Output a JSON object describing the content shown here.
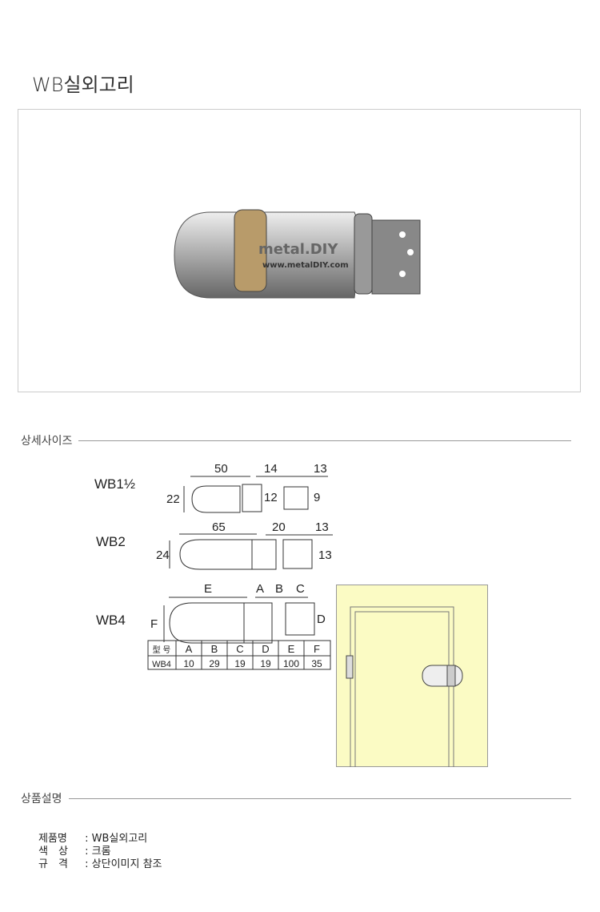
{
  "title": "WB실외고리",
  "photo": {
    "watermark": "metal.DIY",
    "watermark_url": "www.metalDIY.com"
  },
  "sections": {
    "size": "상세사이즈",
    "desc": "상품설명"
  },
  "models": [
    {
      "name": "WB1½",
      "dims": [
        "50",
        "14",
        "13",
        "22",
        "12",
        "9"
      ]
    },
    {
      "name": "WB2",
      "dims": [
        "65",
        "20",
        "13",
        "24",
        "13"
      ]
    },
    {
      "name": "WB4",
      "dims": [
        "E",
        "A",
        "B",
        "C",
        "F",
        "D"
      ]
    }
  ],
  "table": {
    "headers": [
      "型 号",
      "A",
      "B",
      "C",
      "D",
      "E",
      "F"
    ],
    "row": [
      "WB4",
      "10",
      "29",
      "19",
      "19",
      "100",
      "35"
    ]
  },
  "info": [
    {
      "key": "제품명",
      "value": "WB실외고리"
    },
    {
      "key": "색　상",
      "value": "크롬"
    },
    {
      "key": "규　격",
      "value": "상단이미지 참조"
    }
  ]
}
